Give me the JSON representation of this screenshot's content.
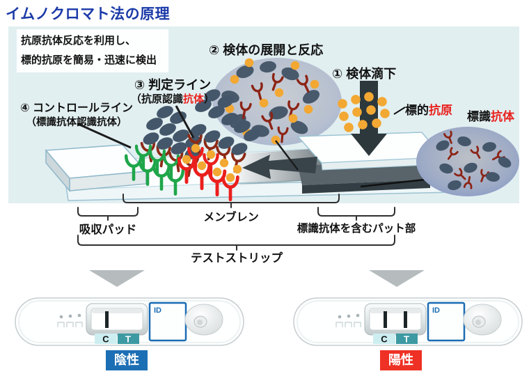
{
  "title": "イムノクロマト法の原理",
  "intro": {
    "line1": "抗原抗体反応を利用し、",
    "line2": "標的抗原を簡易・迅速に検出"
  },
  "steps": {
    "drop": {
      "label": "① 検体滴下"
    },
    "development": {
      "label": "② 検体の展開と反応"
    },
    "test_line": {
      "label": "③ 判定ライン",
      "sub_prefix": "（抗原認識",
      "sub_accent": "抗体",
      "sub_suffix": "）"
    },
    "control_line": {
      "label": "④ コントロールライン",
      "sub": "（標識抗体認識抗体）"
    }
  },
  "legend": {
    "target_antigen": {
      "prefix": "標的",
      "accent": "抗原"
    },
    "labeled_antibody": {
      "prefix": "標識",
      "accent": "抗体"
    }
  },
  "strip_parts": {
    "absorption_pad": "吸収パッド",
    "membrane": "メンブレン",
    "conjugate_pad": "標識抗体を含むパット部",
    "test_strip": "テストストリップ"
  },
  "device": {
    "c_label": "C",
    "t_label": "T",
    "id_label": "ID"
  },
  "results": {
    "negative": "陰性",
    "positive": "陽性"
  },
  "colors": {
    "title_blue": "#1b3aa8",
    "accent_red": "#e8211d",
    "panel_bg": "#e2eff1",
    "control_line_green": "#1fa64a",
    "test_line_red": "#ea1f1d",
    "conjugate_antibody_dark_red": "#8c2a16",
    "label_particle_slate": "#44566a",
    "antigen_orange": "#f2a833",
    "arrow_dark": "#2d383c",
    "t_chip_teal": "#3d9aa3",
    "c_chip_cyan": "#cdeef0",
    "id_border_blue": "#1a6cb3",
    "negative_badge_blue": "#1c6fb4",
    "positive_badge_red": "#ee3124"
  }
}
